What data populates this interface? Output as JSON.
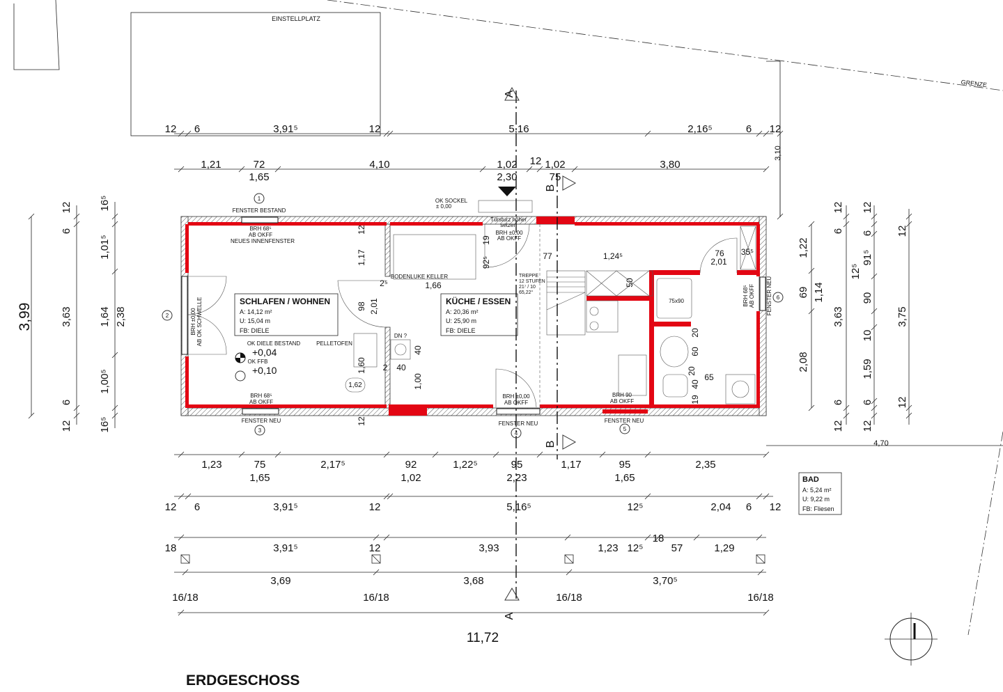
{
  "title": "ERDGESCHOSS",
  "site": {
    "parking": "EINSTELLPLATZ",
    "boundary": "GRENZE",
    "boundary_dim": "4,70"
  },
  "colors": {
    "wall_new": "#e30613",
    "line": "#222222"
  },
  "rooms": [
    {
      "name": "SCHLAFEN / WOHNEN",
      "area": "A: 14,12 m²",
      "perimeter": "U: 15,04 m",
      "floor": "FB: DIELE"
    },
    {
      "name": "KÜCHE / ESSEN",
      "area": "A: 20,36 m²",
      "perimeter": "U: 25,90 m",
      "floor": "FB: DIELE"
    },
    {
      "name": "BAD",
      "area": "A: 5,24 m²",
      "perimeter": "U: 9,22 m",
      "floor": "FB: Fliesen"
    }
  ],
  "notes": {
    "w1": "FENSTER BESTAND",
    "w1_brh": "BRH 68⁵",
    "okff": "AB OKFF",
    "inner_window": "NEUES INNENFENSTER",
    "w2_a": "BRH ±0,00",
    "w2_b": "AB OK SCHWELLE",
    "ok_sockel": "OK SOCKEL",
    "ok_sockel_val": "± 0,00",
    "lintel_a": "Türsturz höher",
    "lintel_b": "setzen",
    "brh0": "BRH  ±0,00",
    "hatch": "BODENLUKE KELLER",
    "stove": "PELLETOFEN",
    "dn": "DN ?",
    "ok_diele": "OK DIELE BESTAND",
    "lvl1": "+0,04",
    "ok_ffb": "OK FFB",
    "lvl2": "+0,10",
    "height_tag": "1,62",
    "stair_a": "TREPPE",
    "stair_b": "12 STUFEN",
    "stair_c": "21⁷ / 10",
    "stair_d": "65,22°",
    "shower": "75x90",
    "brh90": "BRH 90",
    "w_new": "FENSTER NEU",
    "brh685": "BRH 68⁵"
  },
  "window_tags": [
    "1",
    "2",
    "3",
    "4",
    "5",
    "6"
  ],
  "sections": [
    "A",
    "B",
    "B",
    "A"
  ],
  "dims": {
    "top1": [
      "12",
      "6",
      "3,91⁵",
      "12",
      "5,16",
      "2,16⁵",
      "6",
      "12"
    ],
    "top2": [
      "1,21",
      "72",
      "1,65",
      "4,10",
      "1,02",
      "2,30",
      "12",
      "1,02",
      "75",
      "3,80"
    ],
    "interior": [
      "12",
      "1,17",
      "98",
      "2,01",
      "1,60",
      "12",
      "19",
      "92⁵",
      "2⁵",
      "1,66",
      "2",
      "40",
      "40",
      "1,00",
      "77",
      "1,24⁵",
      "50",
      "76",
      "2,01",
      "35⁵",
      "20",
      "60",
      "20",
      "65",
      "40",
      "19"
    ],
    "bot1": [
      "1,23",
      "75",
      "1,65",
      "2,17⁵",
      "92",
      "1,02",
      "1,22⁵",
      "95",
      "2,23",
      "1,17",
      "95",
      "1,65",
      "2,35"
    ],
    "bot2": [
      "12",
      "6",
      "3,91⁵",
      "12",
      "5,16⁵",
      "12⁵",
      "2,04",
      "6",
      "12"
    ],
    "bot3": [
      "18",
      "3,91⁵",
      "12",
      "3,93",
      "1,23",
      "12⁵",
      "18",
      "57",
      "1,29"
    ],
    "bot4": [
      "3,69",
      "3,68",
      "3,70⁵"
    ],
    "columns": [
      "16/18",
      "16/18",
      "16/18",
      "16/18"
    ],
    "total": "11,72",
    "left": [
      "3,99",
      "12",
      "6",
      "3,63",
      "6",
      "12",
      "16⁵",
      "1,01⁵",
      "1,64",
      "1,00⁵",
      "16⁵",
      "2,38"
    ],
    "right": [
      "3,10",
      "1,22",
      "69",
      "2,08",
      "1,14",
      "12",
      "6",
      "3,63",
      "6",
      "12",
      "12",
      "6",
      "91⁵",
      "90",
      "10",
      "1,59",
      "6",
      "12",
      "12⁵",
      "12",
      "3,75",
      "12"
    ]
  }
}
